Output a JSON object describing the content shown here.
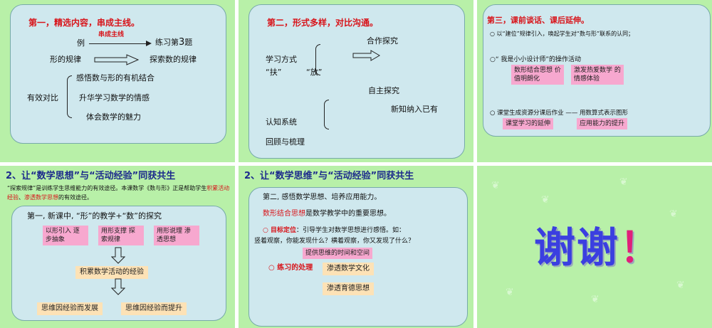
{
  "s1": {
    "heading": "第一，精选内容，串成主线。",
    "red_label": "串成主线",
    "ex": "例",
    "practice": "练习第",
    "num": "3",
    "ti": "题",
    "left_rule": "形的规律",
    "right_rule": "探索数的规律",
    "contrast": "有效对比",
    "items": [
      "感悟数与形的有机结合",
      "升华学习数学的情感",
      "体会数学的魅力"
    ]
  },
  "s2": {
    "heading": "第二，形式多样，对比沟通。",
    "coop": "合作探究",
    "method": "学习方式",
    "fu": "“扶”",
    "fang": "“放”",
    "self": "自主探究",
    "new": "新知纳入已有",
    "cog": "认知系统",
    "review": "回顾与梳理"
  },
  "s3": {
    "heading": "第三，课前谈话、课后延伸。",
    "line1": "○ 以“建位”规律引入，唤起学生对“数与形”联系的认同；",
    "line2": "○“ 我是小小设计师”的操作活动",
    "tag1": "数形结合思想 价值明朗化",
    "tag2": "激发热爱数学 的情感体验",
    "line3": "○ 课堂生成资源分课后作业 —— 用数算式表示图形",
    "tag3": "课堂学习的延伸",
    "tag4": "应用能力的提升"
  },
  "s4": {
    "title": "2、让“数学思想”与“活动经验”同获共生",
    "intro_pre": "“探索规律”是训练学生思维能力的有效途径。本课数学《数与形》正是帮助学生",
    "intro_r1": "积累活动经验",
    "intro_mid": "、",
    "intro_r2": "渗透数学思想",
    "intro_post": "的有效途径。",
    "box_head": "第一, 新课中, “形”的教学+“数”的探究",
    "tags": [
      "以形引入 逐步抽象",
      "用形支撑 探索规律",
      "用形说理 渗透思想"
    ],
    "accumulate": "积累数学活动的经验",
    "left_bottom": "思维因经验而发展",
    "right_bottom": "思维因经验而提升"
  },
  "s5": {
    "title": "2、让“数学思维”与“活动经验”同获共生",
    "line1": "第二, 感悟数学思想、培养应用能力。",
    "line2_red": "数形结合思想",
    "line2_rest": "是数学教学中的重要思想。",
    "goal_label": "○ 目标定位",
    "goal_text": "：引导学生对数学思想进行感悟。如：",
    "goal_text2": "竖着观察，你能发现什么？横着观察，你又发现了什么？",
    "pink_tag": "提供思维的时间和空间",
    "practice_label": "○ 练习的处理",
    "peach1": "渗透数学文化",
    "peach2": "渗透育德思想"
  },
  "s6": {
    "thanks": "谢谢",
    "excl": "！"
  }
}
